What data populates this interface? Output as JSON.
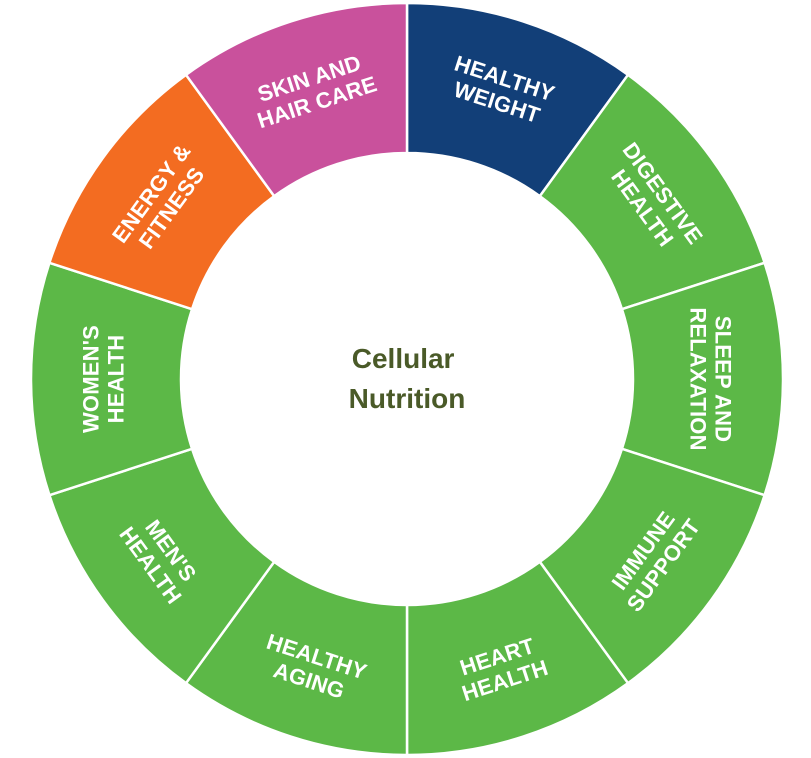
{
  "center": {
    "lines": [
      "Cellular",
      "Nutrition"
    ],
    "color": "#4a5a28"
  },
  "segments": [
    {
      "lines": [
        "HEALTHY",
        "WEIGHT"
      ],
      "color": "#123f78"
    },
    {
      "lines": [
        "DIGESTIVE",
        "HEALTH"
      ],
      "color": "#5cb847"
    },
    {
      "lines": [
        "SLEEP AND",
        "RELAXATION"
      ],
      "color": "#5cb847"
    },
    {
      "lines": [
        "IMMUNE",
        "SUPPORT"
      ],
      "color": "#5cb847"
    },
    {
      "lines": [
        "HEART",
        "HEALTH"
      ],
      "color": "#5cb847"
    },
    {
      "lines": [
        "HEALTHY",
        "AGING"
      ],
      "color": "#5cb847"
    },
    {
      "lines": [
        "MEN'S",
        "HEALTH"
      ],
      "color": "#5cb847"
    },
    {
      "lines": [
        "WOMEN'S",
        "HEALTH"
      ],
      "color": "#5cb847"
    },
    {
      "lines": [
        "ENERGY &",
        "FITNESS"
      ],
      "color": "#f36c21"
    },
    {
      "lines": [
        "SKIN AND",
        "HAIR CARE"
      ],
      "color": "#c9519c"
    }
  ]
}
